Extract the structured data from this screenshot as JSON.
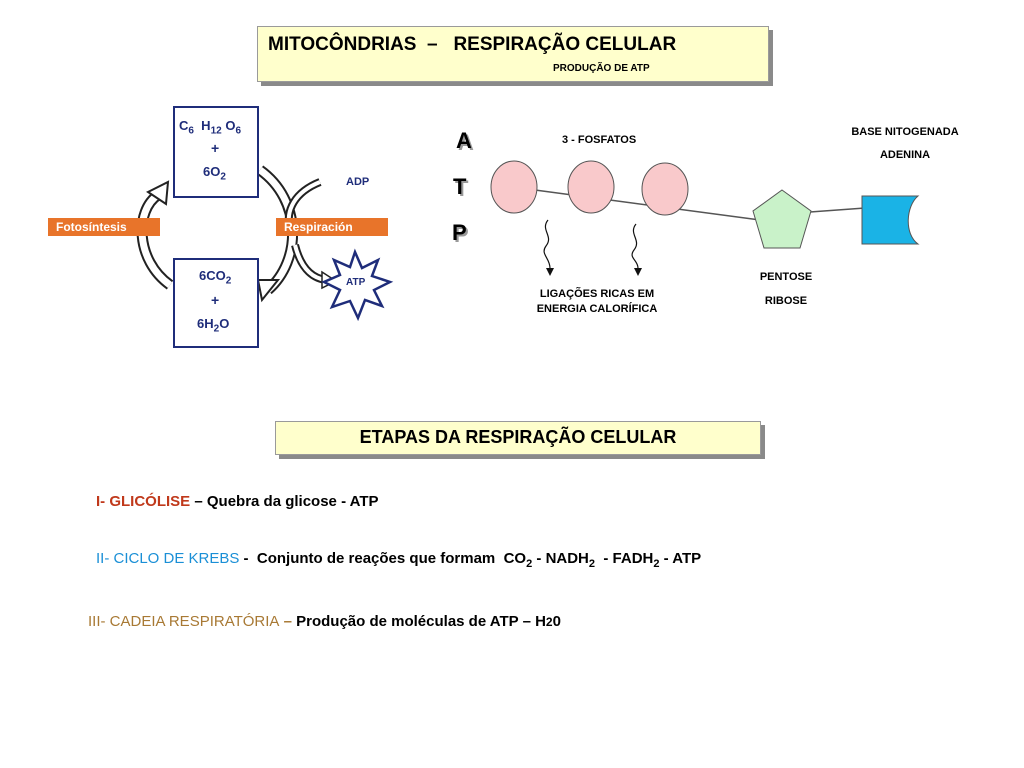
{
  "header": {
    "title": "MITOCÔNDRIAS  –   RESPIRAÇÃO CELULAR",
    "subtitle": "PRODUÇÃO DE ATP"
  },
  "cycle": {
    "top_box": {
      "line1": "C6 H12 O6",
      "plus": "+",
      "line3": "6O2"
    },
    "bottom_box": {
      "line1": "6CO2",
      "plus": "+",
      "line3": "6H2O"
    },
    "left_tag": "Fotosíntesis",
    "right_tag": "Respiración",
    "adp_label": "ADP",
    "atp_star_label": "ATP"
  },
  "atp_structure": {
    "letters": [
      "A",
      "T",
      "P"
    ],
    "phosphates_label": "3 - FOSFATOS",
    "base_label_line1": "BASE NITOGENADA",
    "base_label_line2": "ADENINA",
    "pentose_line1": "PENTOSE",
    "pentose_line2": "RIBOSE",
    "bonds_line1": "LIGAÇÕES RICAS EM",
    "bonds_line2": "ENERGIA CALORÍFICA",
    "colors": {
      "phosphate": "#f9c9cb",
      "pentose": "#c9f2c9",
      "base": "#1ab3e6"
    }
  },
  "etapas": {
    "title": "ETAPAS DA RESPIRAÇÃO CELULAR",
    "items": [
      {
        "prefix": "I- GLICÓLISE",
        "sep": " – ",
        "text": "Quebra da glicose - ATP"
      },
      {
        "prefix": "II- CICLO DE KREBS",
        "sep": " - ",
        "text": " Conjunto de reações que formam  CO",
        "sub1": "2",
        "text2": " - NADH",
        "sub2": "2",
        "text3": "  - FADH",
        "sub3": "2",
        "text4": " - ATP"
      },
      {
        "prefix": "III- CADEIA RESPIRATÓRIA",
        "sep": " – ",
        "text": "Produção de moléculas de ATP – H",
        "sub1": "2",
        "text2": "0"
      }
    ]
  }
}
